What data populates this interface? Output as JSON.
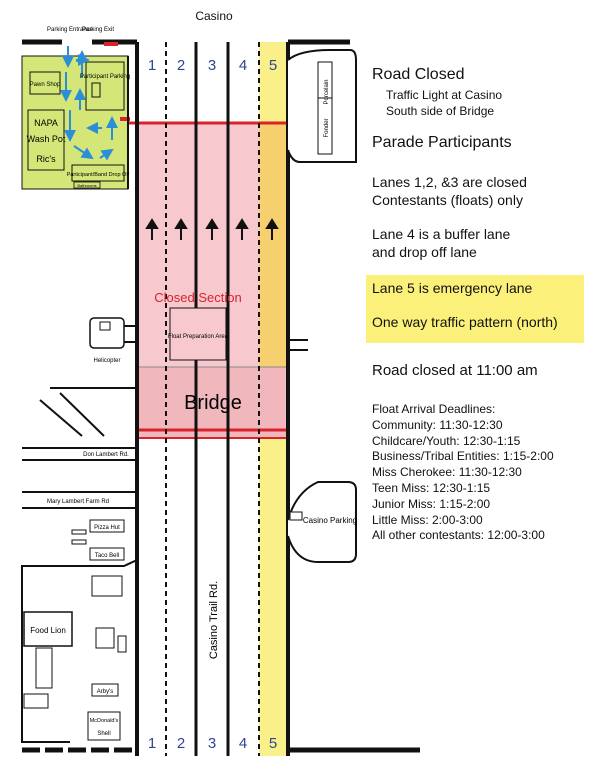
{
  "map_title": "Casino",
  "lanes": [
    "1",
    "2",
    "3",
    "4",
    "5"
  ],
  "colors": {
    "lane5_fill": "#faf08a",
    "closed_fill": "#f7c9cf",
    "closed_lane5_fill": "#f6cf6e",
    "bridge_fill": "#f0b7bd",
    "red_line": "#d9222a",
    "parking_fill": "#d5e678",
    "blue_arrow": "#2b8fd6",
    "lane_number": "#2f4592"
  },
  "map_labels": {
    "closed_section": "Closed Section",
    "bridge": "Bridge",
    "float_prep": "Float Preparation Area",
    "helicopter": "Helicopter",
    "don_lambert": "Don Lambert Rd.",
    "mary_lambert": "Mary Lambert Farm Rd",
    "casino_trail": "Casino Trail Rd.",
    "casino_parking": "Casino Parking",
    "parking_entrance": "Parking Entrance",
    "parking_exit": "Parking Exit",
    "participant_parking": "Participant Parking",
    "pawn_shop": "Pawn Shop",
    "napa": "NAPA",
    "wash_pot": "Wash Pot",
    "rics": "Ric's",
    "band_dropoff": "Participant/Band Drop Off",
    "bathrooms": "Bathrooms",
    "fonder": "Fonder",
    "porcelain": "Porcelain",
    "pizza_hut": "Pizza Hut",
    "taco_bell": "Taco Bell",
    "food_lion": "Food Lion",
    "arbys": "Arby's",
    "mcdonalds": "McDonald's",
    "shell": "Shell"
  },
  "panel": {
    "road_closed": "Road Closed",
    "traffic_light_1": "Traffic Light at Casino",
    "traffic_light_2": "South side of Bridge",
    "parade_participants": "Parade Participants",
    "lanes_closed_1": "Lanes 1,2, &3 are closed",
    "lanes_closed_2": "Contestants (floats) only",
    "lane4_1": "Lane 4 is a buffer lane",
    "lane4_2": "and drop off lane",
    "lane5": "Lane 5 is emergency lane",
    "one_way": "One way traffic pattern (north)",
    "closed_time": "Road closed at 11:00 am",
    "deadlines_title": "Float Arrival Deadlines:",
    "deadlines": [
      "Community: 11:30-12:30",
      "Childcare/Youth: 12:30-1:15",
      "Business/Tribal Entities: 1:15-2:00",
      "Miss Cherokee: 11:30-12:30",
      "Teen Miss: 12:30-1:15",
      "Junior Miss: 1:15-2:00",
      "Little Miss: 2:00-3:00",
      "All other contestants: 12:00-3:00"
    ]
  }
}
